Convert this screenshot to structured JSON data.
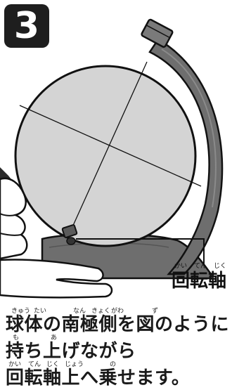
{
  "step_number": "3",
  "axis_label": {
    "text": "回転軸",
    "ruby": [
      "かい",
      "てん",
      "じく"
    ]
  },
  "instructions": [
    {
      "text": "球体の南極側を図のように",
      "ruby": [
        "きゅう",
        "たい",
        "なん",
        "きょく",
        "がわ",
        "ず"
      ]
    },
    {
      "text": "持ち上げながら",
      "ruby": [
        "も",
        "あ"
      ]
    },
    {
      "text": "回転軸上へ乗せます。",
      "ruby": [
        "かい",
        "てん",
        "じく",
        "じょう",
        "の"
      ]
    }
  ],
  "colors": {
    "badge": "#1e1e1e",
    "globe_fill": "#d4d4d4",
    "stand_fill": "#6e6e6e",
    "arrow": "#2a2a2a",
    "outline": "#111111"
  }
}
